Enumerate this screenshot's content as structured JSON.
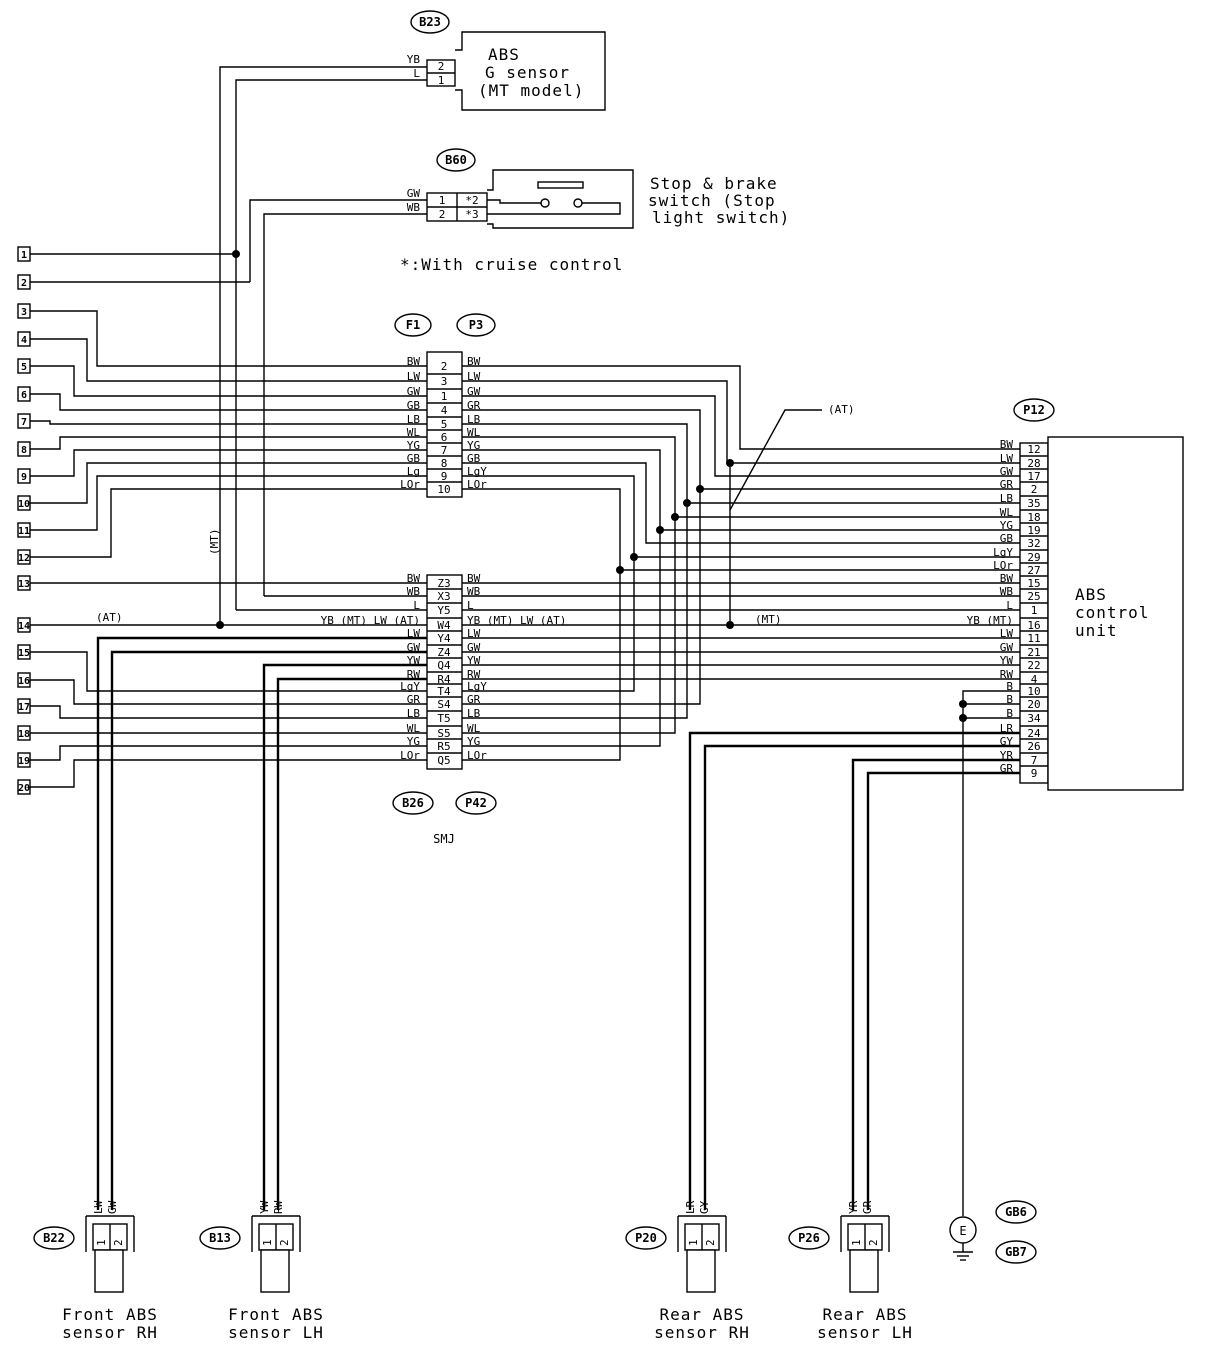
{
  "ground_connectors": [
    "GB6",
    "GB7"
  ],
  "ground_symbol": "E",
  "terminals": [
    "1",
    "2",
    "3",
    "4",
    "5",
    "6",
    "7",
    "8",
    "9",
    "10",
    "11",
    "12",
    "13",
    "14",
    "15",
    "16",
    "17",
    "18",
    "19",
    "20"
  ],
  "connectors": {
    "b23": {
      "id": "B23",
      "label_lines": [
        "ABS",
        "G sensor",
        "(MT model)"
      ],
      "pins": [
        "2",
        "1"
      ],
      "wires": [
        "YB",
        "L"
      ]
    },
    "b60": {
      "id": "B60",
      "label_lines": [
        "Stop & brake",
        "switch (Stop",
        "light switch)"
      ],
      "pins": [
        "1",
        "2"
      ],
      "pins_cruise": [
        "*2",
        "*3"
      ],
      "wires": [
        "GW",
        "WB"
      ]
    },
    "f1p3": {
      "id_left": "F1",
      "id_right": "P3",
      "pins": [
        "2",
        "3",
        "1",
        "4",
        "5",
        "6",
        "7",
        "8",
        "9",
        "10"
      ],
      "left_wires": [
        "BW",
        "LW",
        "GW",
        "GB",
        "LB",
        "WL",
        "YG",
        "GB",
        "Lg",
        "LOr"
      ],
      "right_wires": [
        "BW",
        "LW",
        "GW",
        "GR",
        "LB",
        "WL",
        "YG",
        "GB",
        "LgY",
        "LOr"
      ]
    },
    "smj": {
      "id_left": "B26",
      "id_right": "P42",
      "name": "SMJ",
      "pins": [
        "Z3",
        "X3",
        "Y5",
        "W4",
        "Y4",
        "Z4",
        "Q4",
        "R4",
        "T4",
        "S4",
        "T5",
        "S5",
        "R5",
        "Q5"
      ],
      "left_wires": [
        "BW",
        "WB",
        "L",
        "YB (MT) LW (AT)",
        "LW",
        "GW",
        "YW",
        "RW",
        "LgY",
        "GR",
        "LB",
        "WL",
        "YG",
        "LOr"
      ],
      "right_wires": [
        "BW",
        "WB",
        "L",
        "YB (MT) LW (AT)",
        "LW",
        "GW",
        "YW",
        "RW",
        "LgY",
        "GR",
        "LB",
        "WL",
        "YG",
        "LOr"
      ]
    },
    "p12": {
      "id": "P12",
      "label_lines": [
        "ABS",
        "control",
        "unit"
      ],
      "pins": [
        "12",
        "28",
        "17",
        "2",
        "35",
        "18",
        "19",
        "32",
        "29",
        "27",
        "15",
        "25",
        "1",
        "16",
        "11",
        "21",
        "22",
        "4",
        "10",
        "20",
        "34",
        "24",
        "26",
        "7",
        "9"
      ],
      "wires": [
        "BW",
        "LW",
        "GW",
        "GR",
        "LB",
        "WL",
        "YG",
        "GB",
        "LgY",
        "LOr",
        "BW",
        "WB",
        "L",
        "YB (MT)",
        "LW",
        "GW",
        "YW",
        "RW",
        "B",
        "B",
        "B",
        "LR",
        "GY",
        "YR",
        "GR"
      ]
    }
  },
  "annotations": {
    "cruise_note": "*:With cruise control",
    "at": "(AT)",
    "mt": "(MT)"
  },
  "sensors": [
    {
      "id": "B22",
      "wires": [
        "LW",
        "GW"
      ],
      "pins": [
        "1",
        "2"
      ],
      "label_lines": [
        "Front ABS",
        "sensor RH"
      ]
    },
    {
      "id": "B13",
      "wires": [
        "YW",
        "RW"
      ],
      "pins": [
        "1",
        "2"
      ],
      "label_lines": [
        "Front ABS",
        "sensor LH"
      ]
    },
    {
      "id": "P20",
      "wires": [
        "LR",
        "GY"
      ],
      "pins": [
        "1",
        "2"
      ],
      "label_lines": [
        "Rear ABS",
        "sensor RH"
      ]
    },
    {
      "id": "P26",
      "wires": [
        "YR",
        "GR"
      ],
      "pins": [
        "1",
        "2"
      ],
      "label_lines": [
        "Rear ABS",
        "sensor LH"
      ]
    }
  ]
}
